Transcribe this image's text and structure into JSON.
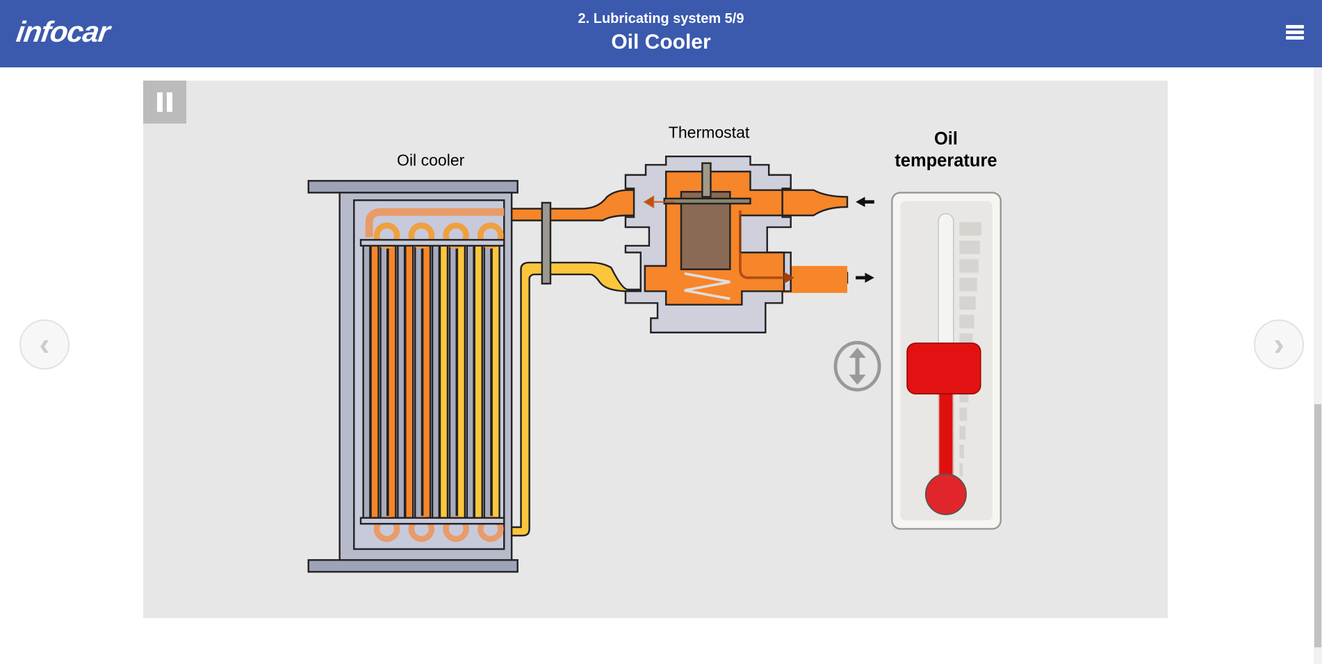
{
  "header": {
    "logo": "infocar",
    "chapter": "2. Lubricating system 5/9",
    "title": "Oil Cooler",
    "menu_icon": "hamburger-icon"
  },
  "diagram": {
    "oil_cooler_label": "Oil cooler",
    "thermostat_label": "Thermostat",
    "gauge_label_line1": "Oil",
    "gauge_label_line2": "temperature",
    "temperature_level": 0.42,
    "colors": {
      "hot_oil": "#f7852a",
      "cool_oil": "#fcc63c",
      "mercury": "#e0100f",
      "housing": "#cfd0dc"
    }
  },
  "controls": {
    "pause_icon": "pause-icon",
    "prev_icon": "chevron-left-icon",
    "next_icon": "chevron-right-icon",
    "prev_glyph": "‹",
    "next_glyph": "›"
  }
}
